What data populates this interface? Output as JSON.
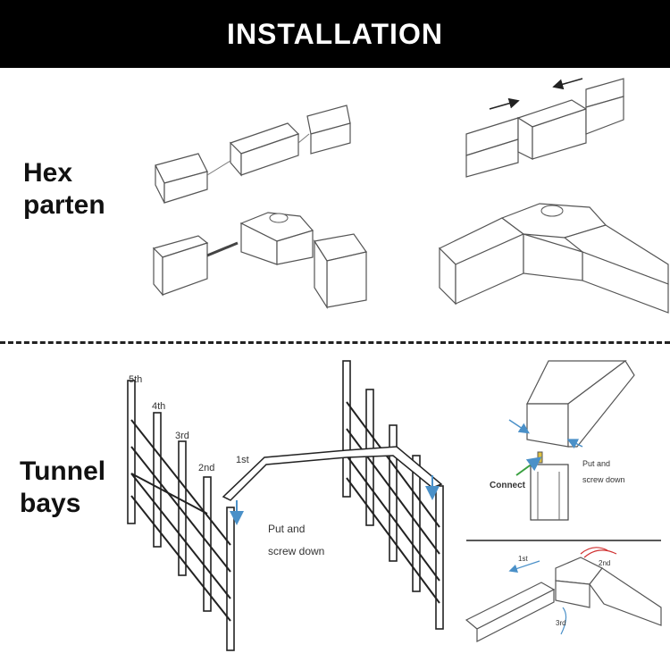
{
  "header": {
    "title": "INSTALLATION"
  },
  "sections": {
    "hex": {
      "label_line1": "Hex",
      "label_line2": "parten"
    },
    "tunnel": {
      "label_line1": "Tunnel",
      "label_line2": "bays"
    }
  },
  "tunnel_diagram": {
    "order_labels": [
      "5th",
      "4th",
      "3rd",
      "2nd",
      "1st"
    ],
    "instruction_line1": "Put and",
    "instruction_line2": "screw down"
  },
  "connector_detail": {
    "connect_label": "Connect",
    "instruction_line1": "Put and",
    "instruction_line2": "screw down"
  },
  "corner_detail": {
    "step_labels": [
      "1st",
      "2nd",
      "3rd"
    ]
  },
  "colors": {
    "header_bg": "#000000",
    "header_text": "#ffffff",
    "arrow_blue": "#4a90c8",
    "connect_green": "#3aa040",
    "wire_red": "#d03030"
  }
}
